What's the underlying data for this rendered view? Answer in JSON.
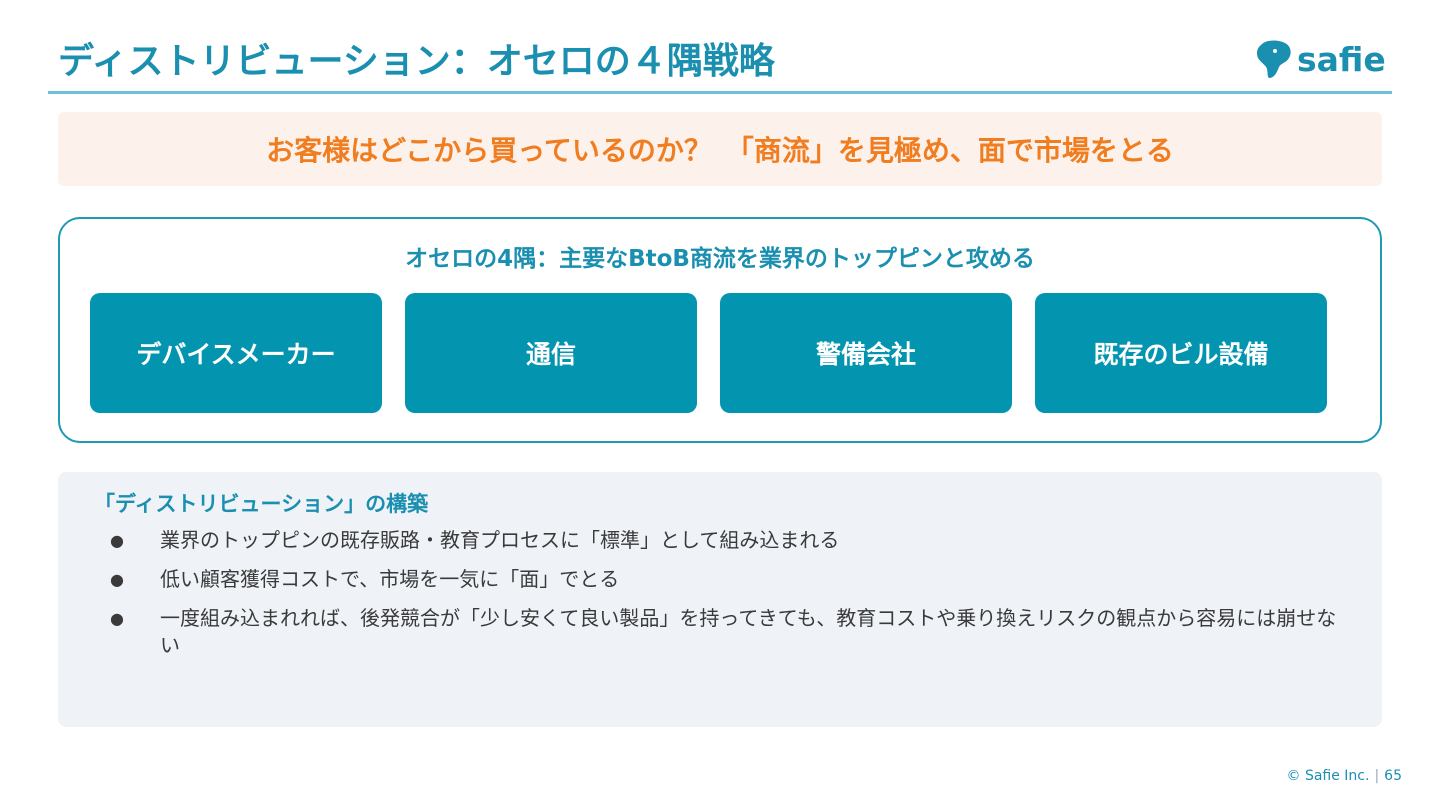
{
  "slide": {
    "title": "ディストリビューション：オセロの４隅戦略",
    "logo_text": "safie",
    "banner": "お客様はどこから買っているのか？　「商流」を見極め、面で市場をとる",
    "panel": {
      "heading": "オセロの4隅：主要なBtoB商流を業界のトップピンと攻める",
      "corners": [
        {
          "label": "デバイスメーカー"
        },
        {
          "label": "通信"
        },
        {
          "label": "警備会社"
        },
        {
          "label": "既存のビル設備"
        }
      ]
    },
    "info": {
      "heading": "「ディストリビューション」の構築",
      "bullet_glyph": "●",
      "bullets": [
        "業界のトップピンの既存販路・教育プロセスに「標準」として組み込まれる",
        "低い顧客獲得コストで、市場を一気に「面」でとる",
        "一度組み込まれれば、後発競合が「少し安くて良い製品」を持ってきても、教育コストや乗り換えリスクの観点から容易には崩せない"
      ]
    },
    "footer": {
      "copyright": "© Safie Inc.",
      "page_number": "65"
    },
    "colors": {
      "accent": "#1a8fb0",
      "tile": "#0394b0",
      "banner_bg": "#fdf1ec",
      "banner_text": "#f07d1f",
      "info_bg": "#eff3f8"
    }
  }
}
